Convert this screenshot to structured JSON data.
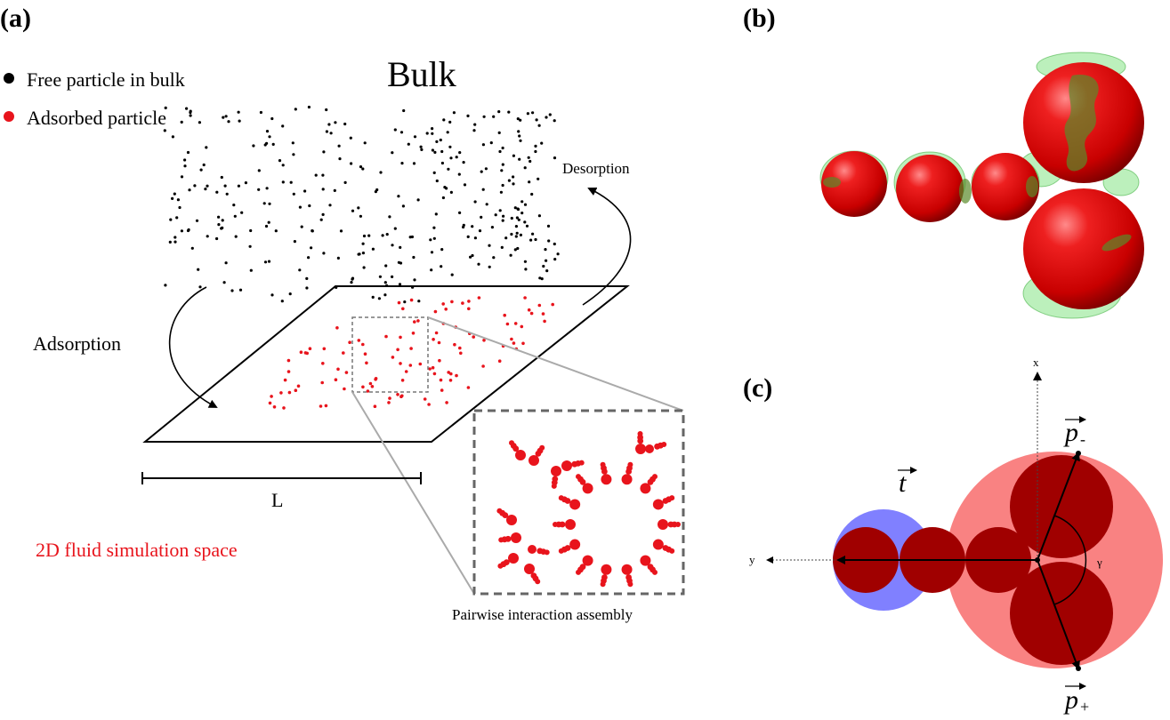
{
  "panel_a": {
    "label": "(a)",
    "legend": [
      {
        "text": "Free particle in bulk",
        "color": "#000000"
      },
      {
        "text": "Adsorbed particle",
        "color": "#e8141c"
      }
    ],
    "bulk_title": "Bulk",
    "desorption": "Desorption",
    "adsorption": "Adsorption",
    "length_label": "L",
    "space_caption": "2D fluid simulation space",
    "inset_caption": "Pairwise interaction assembly"
  },
  "panel_b": {
    "label": "(b)"
  },
  "panel_c": {
    "label": "(c)",
    "axis_x": "x",
    "axis_y": "y",
    "vec_t": "t",
    "vec_p_minus": "p",
    "vec_p_minus_sub": "-",
    "vec_p_plus": "p",
    "vec_p_plus_sub": "+",
    "angle": "γ"
  },
  "colors": {
    "red_particle": "#e8141c",
    "dark_red": "#a00000",
    "sphere_red": "#e01010",
    "pink_disk": "#f98282",
    "blue_disk": "#8080ff",
    "green_film": "#3fd33f"
  }
}
